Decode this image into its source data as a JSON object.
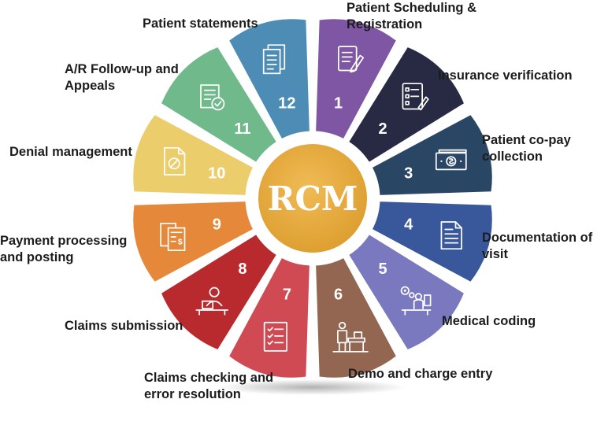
{
  "center": {
    "label": "RCM",
    "color": "#e3a73b"
  },
  "steps": [
    {
      "number": "1",
      "lines": [
        "Patient Scheduling &",
        "Registration"
      ],
      "color": "#7e56a3",
      "icon": "form-pen-icon"
    },
    {
      "number": "2",
      "lines": [
        "Insurance verification"
      ],
      "color": "#282a44",
      "icon": "checklist-pen-icon"
    },
    {
      "number": "3",
      "lines": [
        "Patient co-pay",
        "collection"
      ],
      "color": "#2a4665",
      "icon": "cash-icon"
    },
    {
      "number": "4",
      "lines": [
        "Documentation of",
        "visit"
      ],
      "color": "#39579b",
      "icon": "document-icon"
    },
    {
      "number": "5",
      "lines": [
        "Medical coding"
      ],
      "color": "#7a79c0",
      "icon": "coder-desk-icon"
    },
    {
      "number": "6",
      "lines": [
        "Demo and charge entry"
      ],
      "color": "#936651",
      "icon": "worker-desk-icon"
    },
    {
      "number": "7",
      "lines": [
        "Claims checking and",
        "error resolution"
      ],
      "color": "#d04a54",
      "icon": "checklist-icon"
    },
    {
      "number": "8",
      "lines": [
        "Claims submission"
      ],
      "color": "#b92a2e",
      "icon": "computer-user-icon"
    },
    {
      "number": "9",
      "lines": [
        "Payment processing",
        "and posting"
      ],
      "color": "#e5883a",
      "icon": "invoice-icon"
    },
    {
      "number": "10",
      "lines": [
        "Denial management"
      ],
      "color": "#eccd6b",
      "icon": "denied-document-icon"
    },
    {
      "number": "11",
      "lines": [
        "A/R Follow-up and",
        "Appeals"
      ],
      "color": "#6fb98b",
      "icon": "approved-document-icon"
    },
    {
      "number": "12",
      "lines": [
        "Patient statements"
      ],
      "color": "#4d8cb4",
      "icon": "statement-pages-icon"
    }
  ]
}
